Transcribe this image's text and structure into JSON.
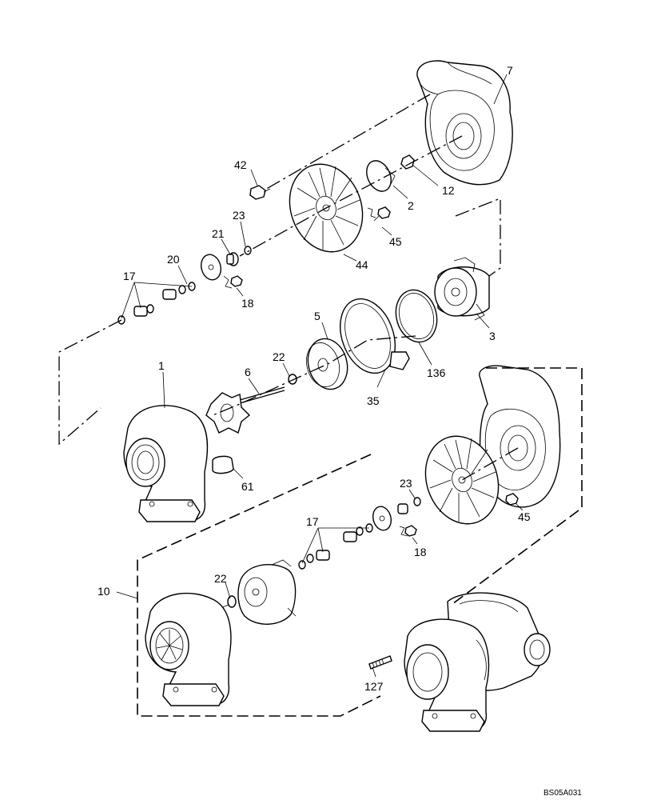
{
  "callouts": {
    "c7": "7",
    "c42": "42",
    "c2": "2",
    "c12": "12",
    "c23a": "23",
    "c45a": "45",
    "c21": "21",
    "c44": "44",
    "c20": "20",
    "c17a": "17",
    "c18a": "18",
    "c3": "3",
    "c5": "5",
    "c22a": "22",
    "c136": "136",
    "c1": "1",
    "c6": "6",
    "c35": "35",
    "c61": "61",
    "c23b": "23",
    "c45b": "45",
    "c17b": "17",
    "c18b": "18",
    "c10": "10",
    "c22b": "22",
    "c127": "127"
  },
  "drawing_code": "BS05A031"
}
